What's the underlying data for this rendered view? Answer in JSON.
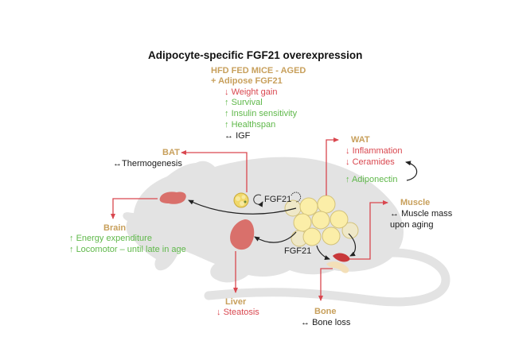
{
  "title": "Adipocyte-specific FGF21 overexpression",
  "header": {
    "condition": "HFD FED MICE - AGED",
    "treatment": "+ Adipose FGF21",
    "effects": [
      {
        "arrow": "↓",
        "text": "Weight gain",
        "direction": "down"
      },
      {
        "arrow": "↑",
        "text": "Survival",
        "direction": "up"
      },
      {
        "arrow": "↑",
        "text": "Insulin sensitivity",
        "direction": "up"
      },
      {
        "arrow": "↑",
        "text": "Healthspan",
        "direction": "up"
      },
      {
        "arrow": "↔",
        "text": "IGF",
        "direction": "unchanged"
      }
    ]
  },
  "organs": {
    "bat": {
      "name": "BAT",
      "effects": [
        {
          "arrow": "↔",
          "text": "Thermogenesis"
        }
      ]
    },
    "brain": {
      "name": "Brain",
      "effects": [
        {
          "arrow": "↑",
          "text": "Energy expenditure"
        },
        {
          "arrow": "↑",
          "text": "Locomotor – until late in age"
        }
      ]
    },
    "wat": {
      "name": "WAT",
      "effects": [
        {
          "arrow": "↓",
          "text": "Inflammation"
        },
        {
          "arrow": "↓",
          "text": "Ceramides"
        },
        {
          "arrow": "↑",
          "text": "Adiponectin"
        }
      ]
    },
    "muscle": {
      "name": "Muscle",
      "effects": [
        {
          "arrow": "↔",
          "text": "Muscle mass"
        },
        {
          "arrow": "",
          "text": "upon aging"
        }
      ]
    },
    "liver": {
      "name": "Liver",
      "effects": [
        {
          "arrow": "↓",
          "text": "Steatosis"
        }
      ]
    },
    "bone": {
      "name": "Bone",
      "effects": [
        {
          "arrow": "↔",
          "text": "Bone loss"
        }
      ]
    }
  },
  "signals": {
    "fgf21_top": "FGF21",
    "fgf21_bottom": "FGF21"
  },
  "colors": {
    "organ_label": "#c8a05c",
    "decrease": "#d9474f",
    "increase": "#5fb84a",
    "unchanged": "#1a1a1a",
    "arrow_red": "#d9474f",
    "mouse_body": "#e2e2e2",
    "adipocyte": "#fbeea8",
    "tissue": "#d9706b"
  }
}
